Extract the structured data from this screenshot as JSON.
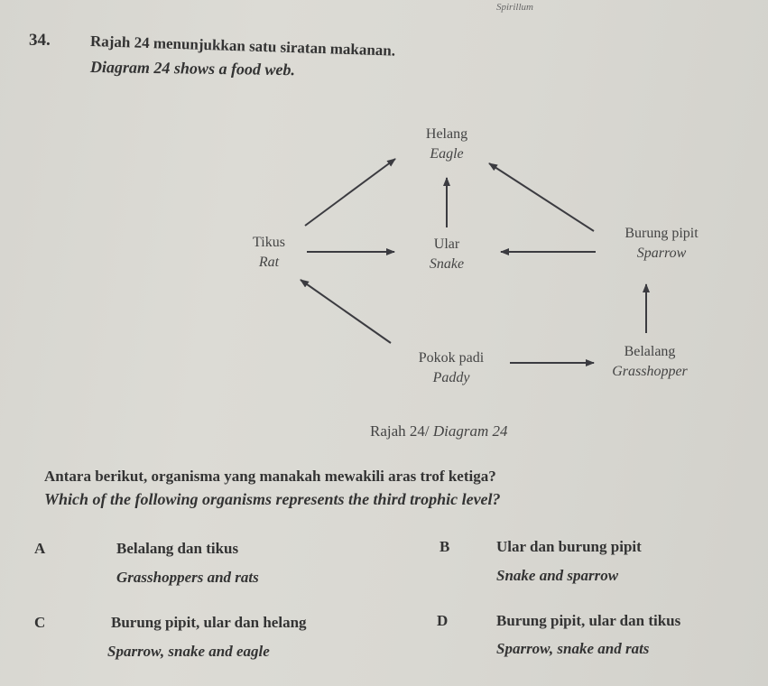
{
  "header": {
    "corner_text": "Spirillum"
  },
  "question": {
    "number": "34.",
    "intro_ms": "Rajah 24 menunjukkan satu siratan makanan.",
    "intro_en": "Diagram 24 shows a food web.",
    "stem_ms": "Antara berikut, organisma yang manakah mewakili aras trof ketiga?",
    "stem_en": "Which of the following organisms represents the third trophic level?"
  },
  "diagram": {
    "caption_ms": "Rajah 24/",
    "caption_en": "Diagram 24",
    "nodes": {
      "eagle": {
        "ms": "Helang",
        "en": "Eagle"
      },
      "rat": {
        "ms": "Tikus",
        "en": "Rat"
      },
      "snake": {
        "ms": "Ular",
        "en": "Snake"
      },
      "sparrow": {
        "ms": "Burung pipit",
        "en": "Sparrow"
      },
      "paddy": {
        "ms": "Pokok padi",
        "en": "Paddy"
      },
      "grasshopper": {
        "ms": "Belalang",
        "en": "Grasshopper"
      }
    },
    "arrows": [
      {
        "from": "rat",
        "to": "eagle"
      },
      {
        "from": "snake",
        "to": "eagle"
      },
      {
        "from": "sparrow",
        "to": "eagle"
      },
      {
        "from": "rat",
        "to": "snake"
      },
      {
        "from": "sparrow",
        "to": "snake"
      },
      {
        "from": "paddy",
        "to": "rat"
      },
      {
        "from": "paddy",
        "to": "grasshopper"
      },
      {
        "from": "grasshopper",
        "to": "sparrow"
      }
    ]
  },
  "options": [
    {
      "letter": "A",
      "ms": "Belalang dan tikus",
      "en": "Grasshoppers and rats"
    },
    {
      "letter": "B",
      "ms": "Ular dan burung pipit",
      "en": "Snake and sparrow"
    },
    {
      "letter": "C",
      "ms": "Burung pipit, ular dan helang",
      "en": "Sparrow, snake and eagle"
    },
    {
      "letter": "D",
      "ms": "Burung pipit, ular dan tikus",
      "en": "Sparrow, snake and rats"
    }
  ]
}
